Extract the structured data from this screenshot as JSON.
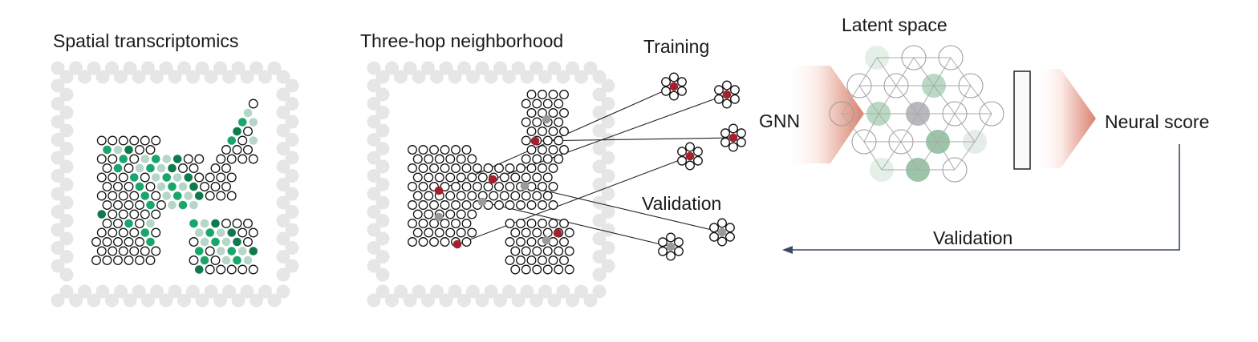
{
  "panels": {
    "spatial": {
      "title": "Spatial transcriptomics"
    },
    "neighborhood": {
      "title": "Three-hop neighborhood",
      "training_label": "Training",
      "validation_label": "Validation"
    },
    "model": {
      "gnn_label": "GNN",
      "latent_title": "Latent space",
      "output_label": "Neural score",
      "feedback_label": "Validation"
    }
  },
  "colors": {
    "frame_dot": "#e6e6e6",
    "green": "#1aa56b",
    "dark_green": "#0e7a4c",
    "light_green": "#b5d6c8",
    "red": "#a3202f",
    "gray": "#9a9a9a",
    "arrow": "#3b4a63",
    "gnn_gradient": "#d9826e"
  }
}
